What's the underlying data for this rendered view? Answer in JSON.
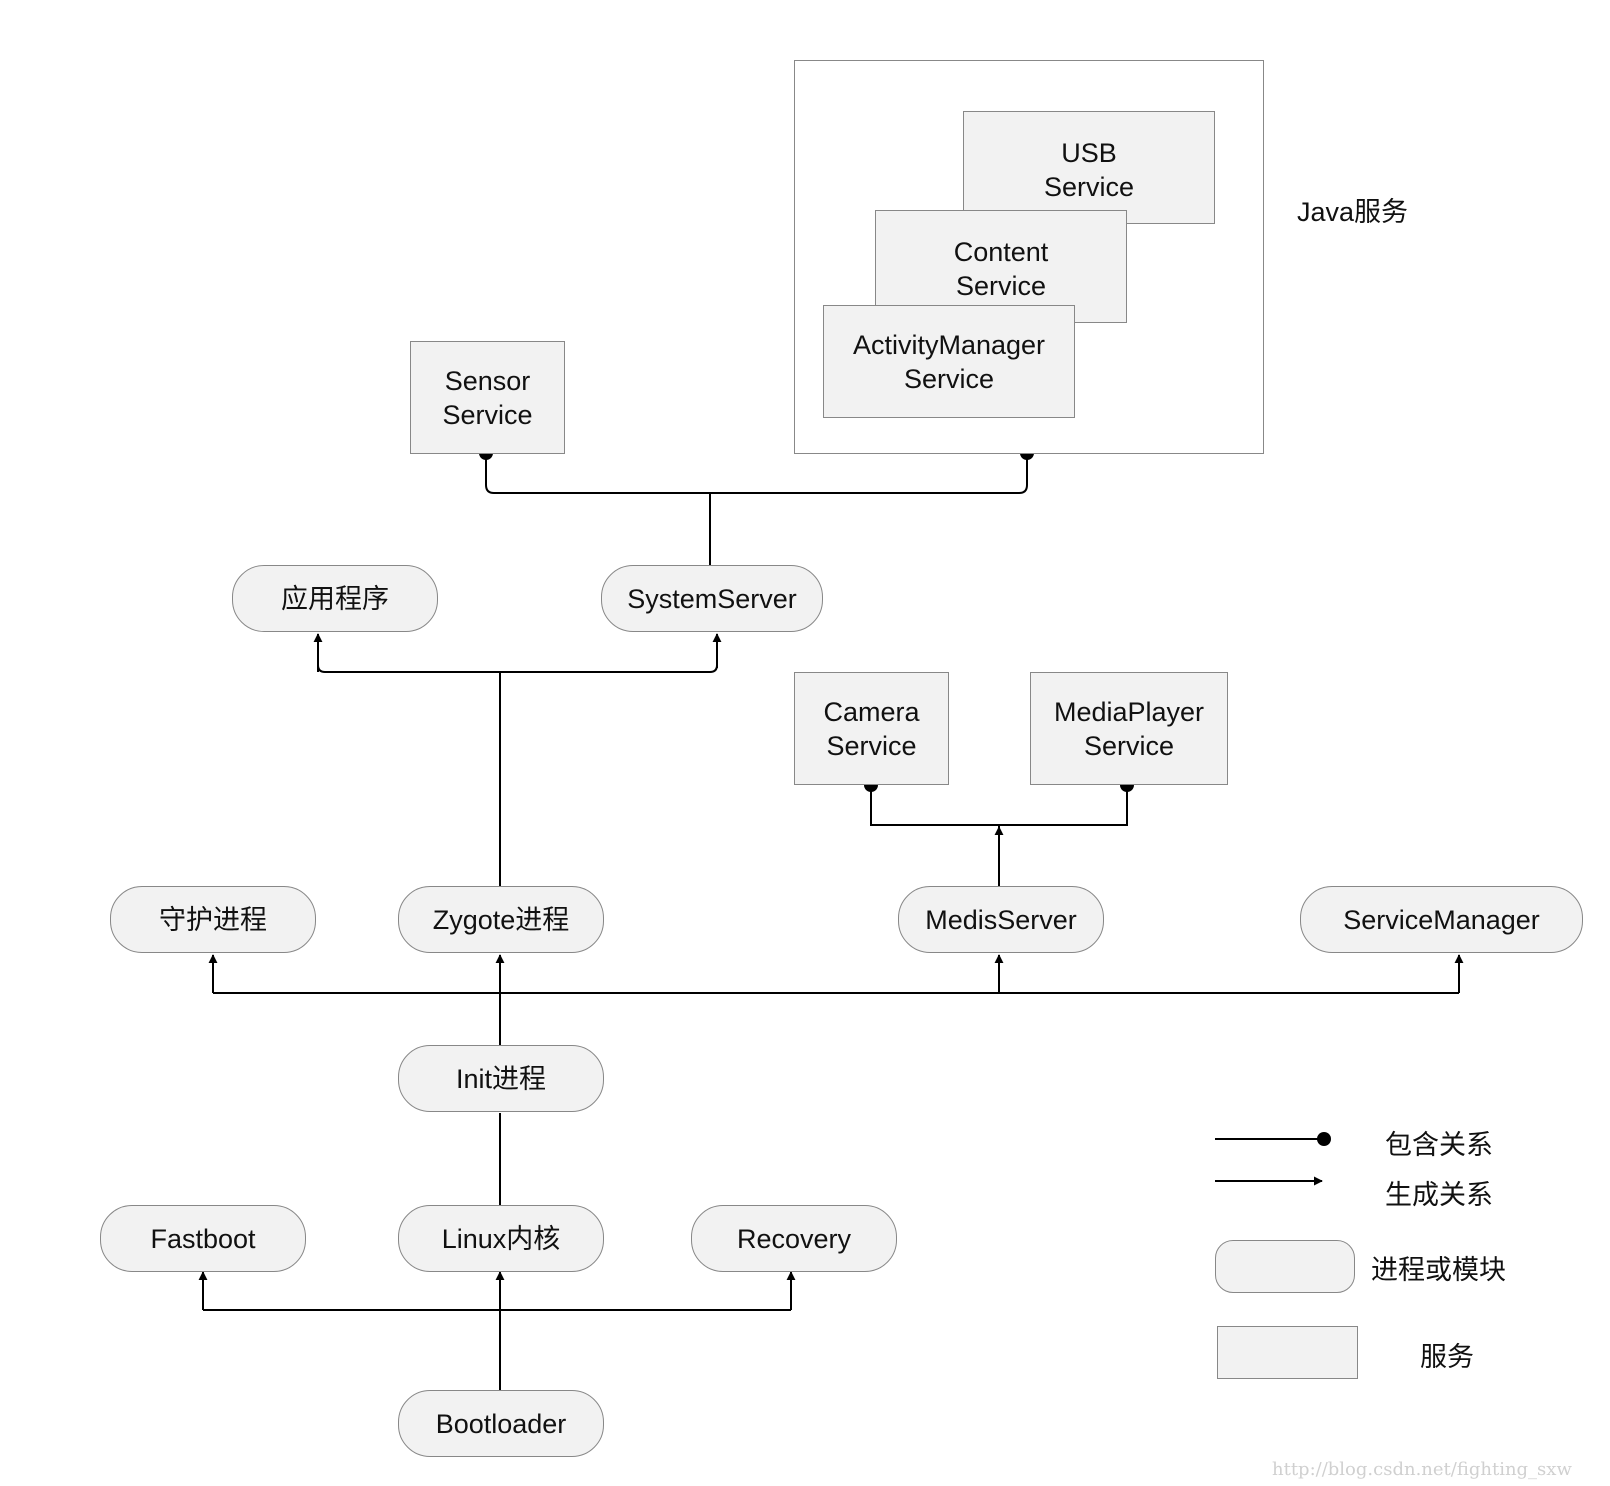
{
  "java_group": {
    "label": "Java服务"
  },
  "services": {
    "usb": "USB\nService",
    "content": "Content\nService",
    "activity_manager": "ActivityManager\nService",
    "sensor": "Sensor\nService",
    "camera": "Camera\nService",
    "media_player": "MediaPlayer\nService"
  },
  "processes": {
    "app": "应用程序",
    "system_server": "SystemServer",
    "daemon": "守护进程",
    "zygote": "Zygote进程",
    "medis_server": "MedisServer",
    "service_manager": "ServiceManager",
    "init": "Init进程",
    "fastboot": "Fastboot",
    "linux_kernel": "Linux内核",
    "recovery": "Recovery",
    "bootloader": "Bootloader"
  },
  "legend": {
    "contains": "包含关系",
    "generates": "生成关系",
    "process_module": "进程或模块",
    "service": "服务"
  },
  "watermark": "http://blog.csdn.net/fighting_sxw"
}
